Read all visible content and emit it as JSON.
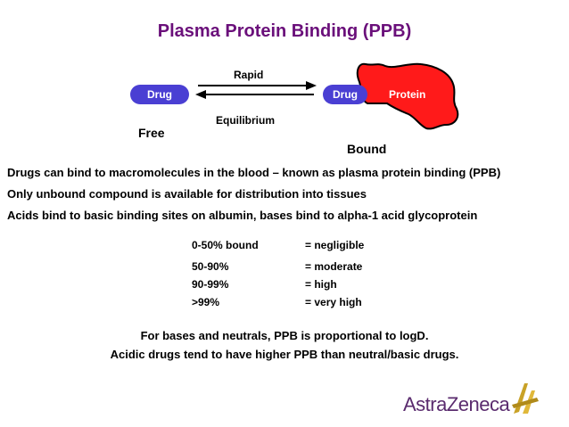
{
  "title": "Plasma Protein Binding (PPB)",
  "diagram": {
    "rapid": "Rapid",
    "equilibrium": "Equilibrium",
    "drug_left": "Drug",
    "drug_right": "Drug",
    "protein": "Protein",
    "free": "Free",
    "bound": "Bound",
    "colors": {
      "pill": "#4a3fd3",
      "protein": "#ff1a1a",
      "title": "#6a0f7a"
    }
  },
  "bullets": [
    "Drugs can bind to macromolecules in the blood – known as plasma protein binding (PPB)",
    "Only unbound compound is available for distribution into tissues",
    "Acids bind to basic binding sites on albumin, bases bind to alpha-1 acid glycoprotein"
  ],
  "table": [
    {
      "range": "0-50% bound",
      "meaning": "= negligible"
    },
    {
      "range": "50-90%",
      "meaning": "= moderate"
    },
    {
      "range": "90-99%",
      "meaning": "= high"
    },
    {
      "range": ">99%",
      "meaning": "= very high"
    }
  ],
  "footer": [
    "For bases and neutrals, PPB is proportional to logD.",
    "Acidic drugs tend to have higher PPB than neutral/basic drugs."
  ],
  "logo": {
    "text": "AstraZeneca"
  }
}
